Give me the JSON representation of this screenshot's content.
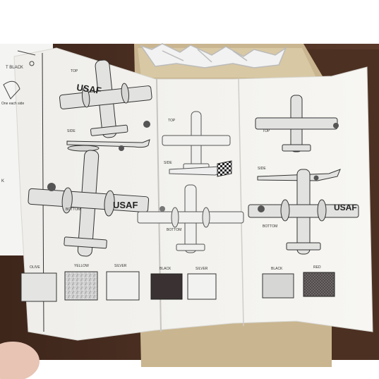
{
  "panel_left": {
    "view_labels": [
      "TOP",
      "SIDE",
      "BOTTOM"
    ],
    "insignia": "USAF",
    "swatches": [
      "OLIVE",
      "YELLOW",
      "SILVER"
    ]
  },
  "panel_middle": {
    "view_labels": [
      "TOP",
      "SIDE",
      "BOTTOM"
    ],
    "swatches": [
      "BLACK",
      "SILVER"
    ]
  },
  "panel_right": {
    "view_labels": [
      "TOP",
      "SIDE",
      "BOTTOM"
    ],
    "insignia": "USAF",
    "swatches": [
      "BLACK",
      "RED"
    ]
  },
  "left_edge_fragments": {
    "black_note": "T BLACK",
    "each_side": "One each side",
    "fragment_k": "K"
  },
  "colors": {
    "olive_swatch": "#e4e4e2",
    "yellow_swatch": "#cfcfcf",
    "black_swatch": "#3a3232",
    "red_swatch": "#4a4444",
    "table": "#4a2f22",
    "box": "#c9b58f"
  }
}
